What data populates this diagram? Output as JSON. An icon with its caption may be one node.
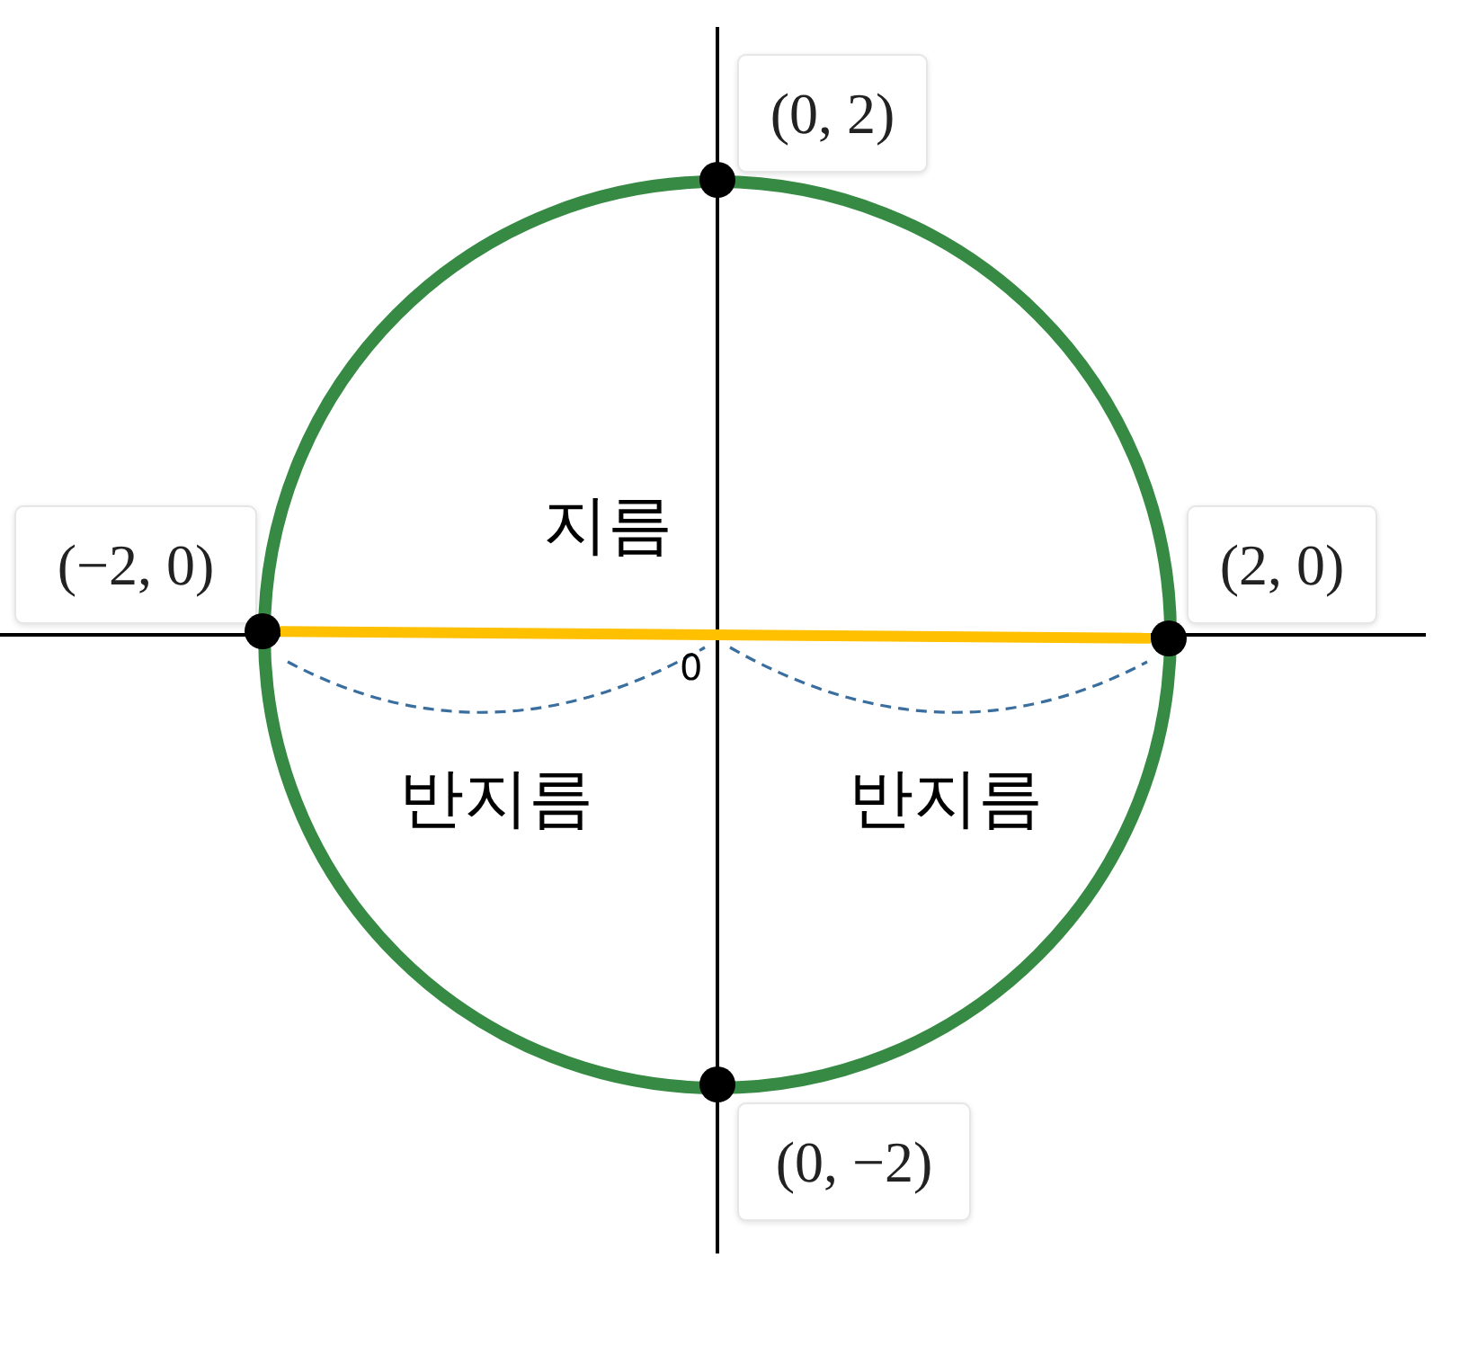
{
  "diagram": {
    "nodes": [
      {
        "text": [
          "(0, 2)"
        ]
      },
      {
        "text": [
          "(−2, 0)"
        ]
      },
      {
        "text": [
          "(2, 0)"
        ]
      },
      {
        "text": [
          "(0, −2)"
        ]
      },
      {
        "text": [],
        "shape": "circle"
      },
      {
        "text": [],
        "shape": "circle"
      },
      {
        "text": [],
        "shape": "circle"
      },
      {
        "text": [],
        "shape": "circle"
      }
    ],
    "edges": [
      {
        "from": 5,
        "to": 6,
        "arrow": "none",
        "color": "#ffc000"
      }
    ],
    "labels": [
      "지름",
      "0",
      "반지름",
      "반지름"
    ]
  }
}
